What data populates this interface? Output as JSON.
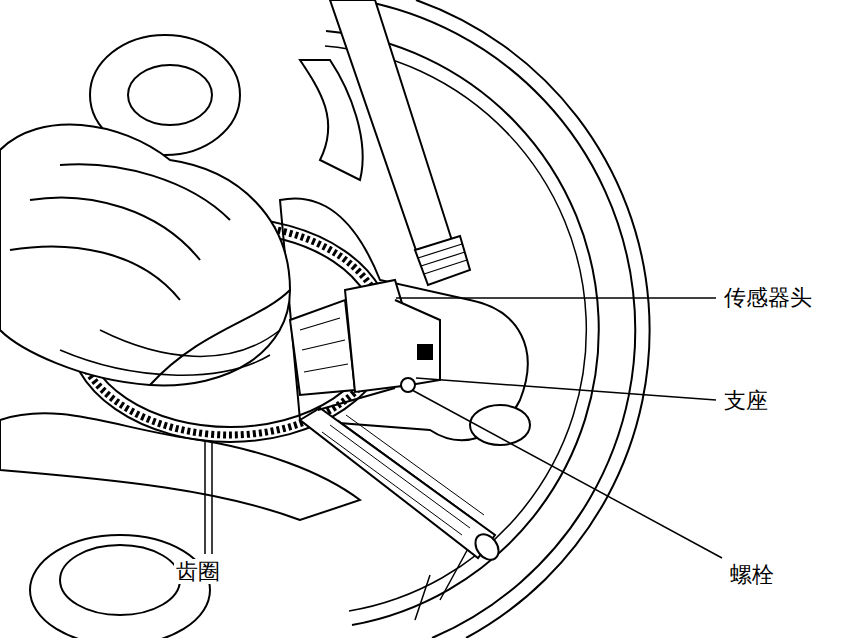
{
  "diagram": {
    "labels": [
      "传感器头",
      "支座",
      "螺栓",
      "齿圈"
    ]
  }
}
